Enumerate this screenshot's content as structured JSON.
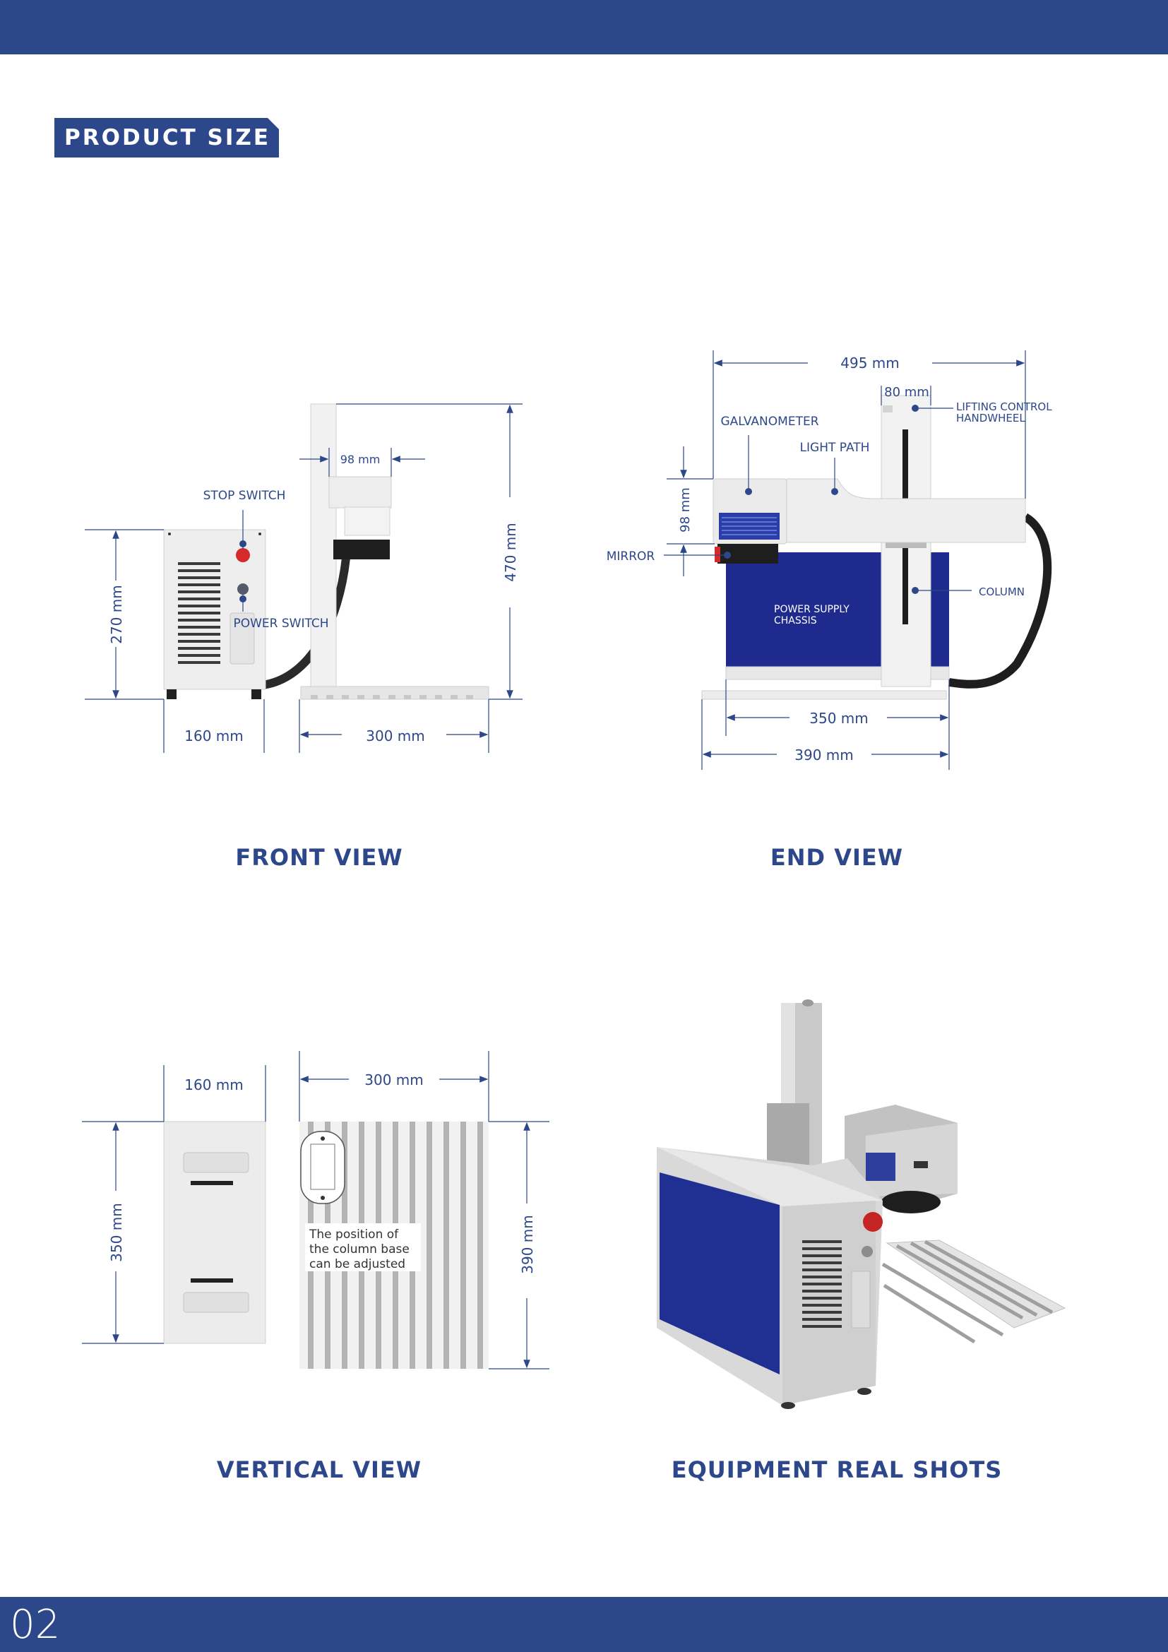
{
  "header": {
    "color": "#2d478b"
  },
  "section": {
    "title": "PRODUCT SIZE"
  },
  "front_view": {
    "caption": "FRONT VIEW",
    "stop_switch": "STOP SWITCH",
    "power_switch": "POWER SWITCH",
    "dim_height_270": "270 mm",
    "dim_width_160": "160 mm",
    "dim_width_300": "300 mm",
    "dim_head_98": "98 mm",
    "dim_height_470": "470 mm"
  },
  "end_view": {
    "caption": "END VIEW",
    "dim_width_495": "495 mm",
    "dim_80": "80 mm",
    "lifting_control_1": "LIFTING CONTROL",
    "lifting_control_2": "HANDWHEEL",
    "galvanometer": "GALVANOMETER",
    "light_path": "LIGHT PATH",
    "dim_98": "98 mm",
    "mirror": "MIRROR",
    "column": "COLUMN",
    "power_supply_1": "POWER SUPPLY",
    "power_supply_2": "CHASSIS",
    "dim_350": "350 mm",
    "dim_390": "390 mm"
  },
  "vertical_view": {
    "caption": "VERTICAL VIEW",
    "dim_160": "160 mm",
    "dim_300": "300 mm",
    "dim_350": "350 mm",
    "dim_390": "390 mm",
    "note_1": "The position of",
    "note_2": "the column base",
    "note_3": "can be adjusted"
  },
  "real_shots": {
    "caption": "EQUIPMENT REAL SHOTS"
  },
  "footer": {
    "page_number": "02"
  }
}
